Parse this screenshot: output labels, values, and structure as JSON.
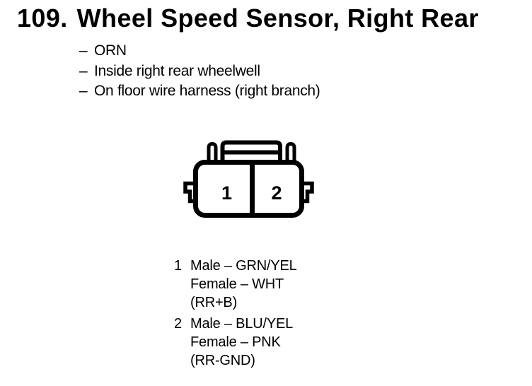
{
  "colors": {
    "background": "#ffffff",
    "ink": "#000000"
  },
  "header": {
    "item_number": "109.",
    "title": "Wheel Speed Sensor, Right Rear"
  },
  "bullet_char": "–",
  "notes": [
    "ORN",
    "Inside right rear wheelwell",
    "On floor wire harness (right branch)"
  ],
  "connector": {
    "pin_labels": [
      "1",
      "2"
    ],
    "stroke_color": "#000000",
    "fill_color": "#ffffff"
  },
  "pinout": [
    {
      "pin": "1",
      "lines": [
        "Male – GRN/YEL",
        "Female – WHT",
        "(RR+B)"
      ]
    },
    {
      "pin": "2",
      "lines": [
        "Male – BLU/YEL",
        "Female – PNK",
        "(RR-GND)"
      ]
    }
  ]
}
